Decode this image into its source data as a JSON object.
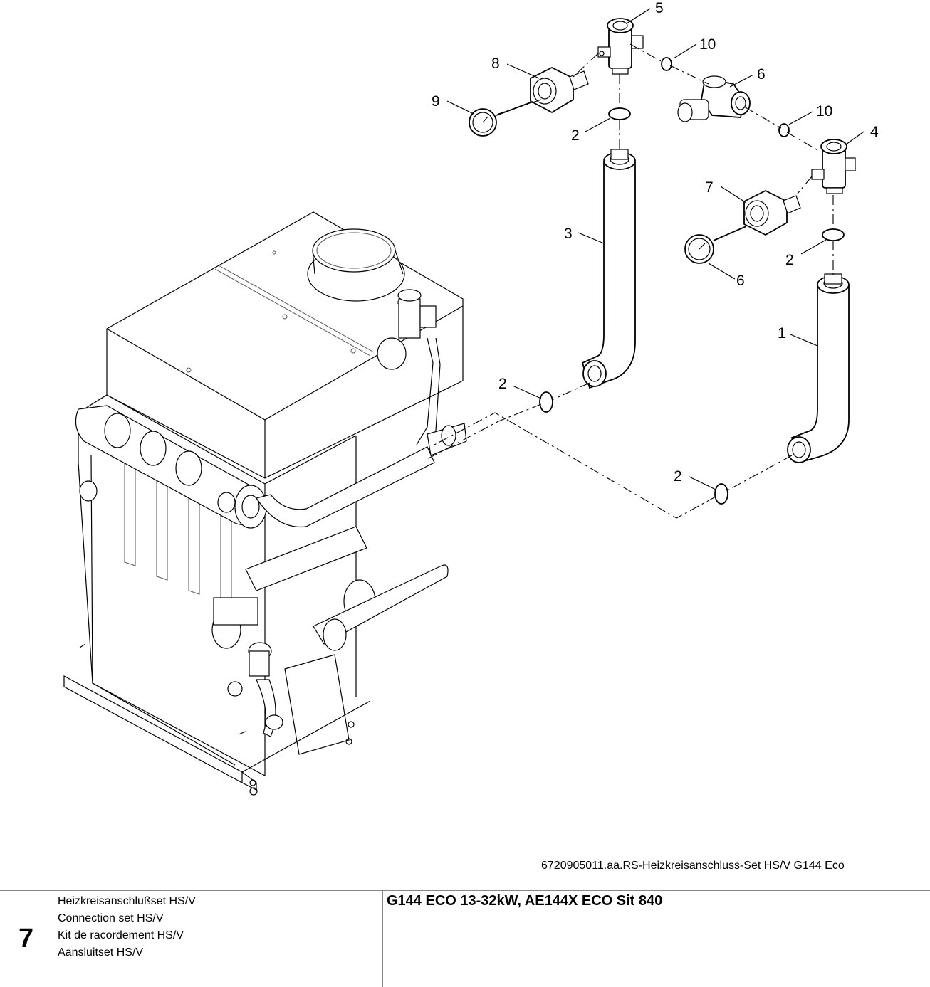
{
  "figure": {
    "callouts": [
      "5",
      "10",
      "8",
      "6",
      "9",
      "2",
      "10",
      "4",
      "7",
      "3",
      "2",
      "6",
      "1",
      "2",
      "2"
    ],
    "reference": "6720905011.aa.RS-Heizkreisanschluss-Set HS/V G144 Eco"
  },
  "footer": {
    "page_number": "7",
    "titles": [
      "Heizkreisanschlußset HS/V",
      "Connection set HS/V",
      "Kit de racordement HS/V",
      "Aansluitset HS/V"
    ],
    "model": "G144 ECO 13-32kW, AE144X ECO Sit 840"
  }
}
